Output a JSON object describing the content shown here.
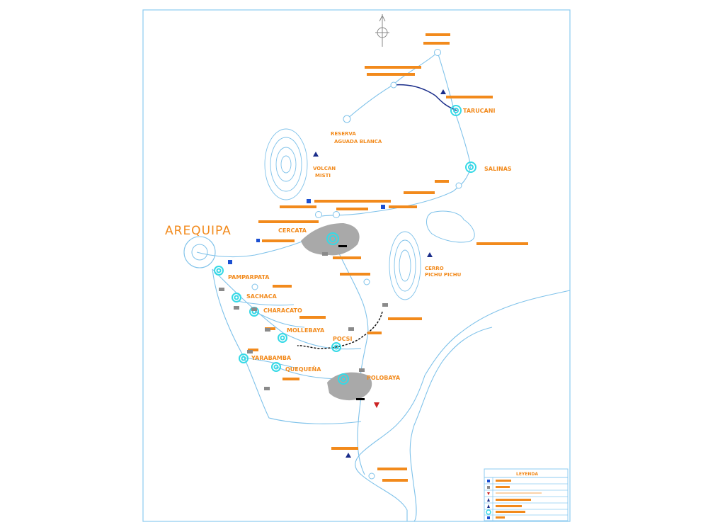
{
  "map": {
    "colors": {
      "background": "#ffffff",
      "frame": "#8ccbf0",
      "road": "#7fc2ea",
      "label": "#f28a1c",
      "bar": "#f28a1c",
      "station": "#36d9e6",
      "urban": "#a9a9a9",
      "river": "#1a2d8a",
      "marker": "#1b4fd1"
    },
    "city": {
      "label": "AREQUIPA"
    },
    "towns": [
      {
        "id": "tarucani",
        "label": "TARUCANI"
      },
      {
        "id": "salinas",
        "label": "SALINAS"
      },
      {
        "id": "cerro-colorado",
        "label": "CERCATA"
      },
      {
        "id": "pampacapata",
        "label": "PAMPARPATA"
      },
      {
        "id": "sachaca",
        "label": "SACHACA"
      },
      {
        "id": "characato",
        "label": "CHARACATO"
      },
      {
        "id": "mollebaya",
        "label": "MOLLEBAYA"
      },
      {
        "id": "yarabamba",
        "label": "YARABAMBA"
      },
      {
        "id": "quequena",
        "label": "QUEQUEÑA"
      },
      {
        "id": "pocsi",
        "label": "POCSI"
      },
      {
        "id": "polobaya",
        "label": "POLOBAYA"
      }
    ],
    "places": [
      {
        "id": "reserva",
        "lines": [
          "RESERVA",
          "AGUADA BLANCA"
        ]
      },
      {
        "id": "volcan",
        "lines": [
          "VOLCAN",
          "MISTI"
        ]
      },
      {
        "id": "cerro",
        "lines": [
          "CERRO",
          "PICHU PICHU"
        ]
      }
    ],
    "icons": [
      "north-arrow-icon",
      "volcano-icon",
      "church-icon",
      "station-icon",
      "lodging-icon"
    ],
    "legend": {
      "title": "LEYENDA",
      "rows": [
        {
          "icon": "lodging-icon"
        },
        {
          "icon": "church-icon"
        },
        {
          "icon": "viewpoint-icon"
        },
        {
          "icon": "volcano-icon"
        },
        {
          "icon": "mountain-icon"
        },
        {
          "icon": "station-icon"
        },
        {
          "icon": "building-icon"
        }
      ]
    }
  }
}
